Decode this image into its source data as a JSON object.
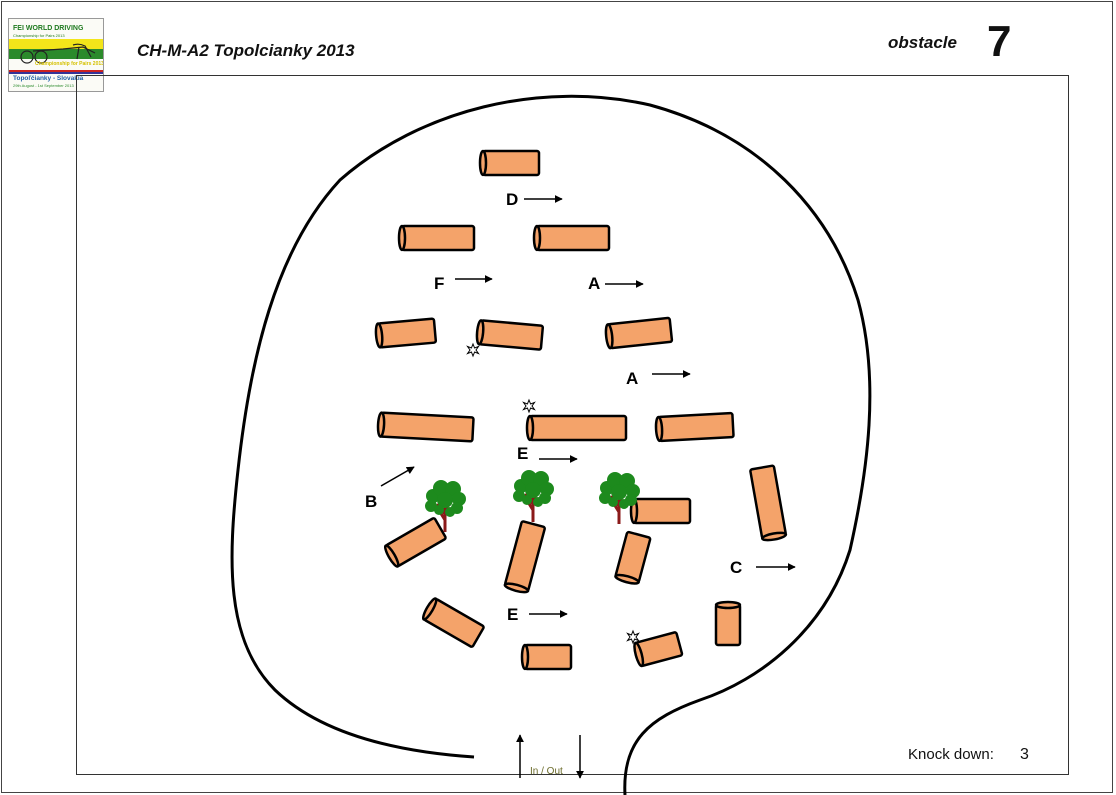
{
  "header": {
    "logo": {
      "line1": "FEI WORLD DRIVING",
      "line2": "Championship for Pairs 2013",
      "line3": "Championship for Pairs 2013",
      "line4": "Topoľčianky - Slovakia",
      "line5": "29th August - 1st September 2013"
    },
    "title": "CH-M-A2 Topolcianky 2013",
    "obstacle_label": "obstacle",
    "obstacle_number": "7"
  },
  "gates": [
    {
      "letter": "D",
      "direction": "right"
    },
    {
      "letter": "F",
      "direction": "right"
    },
    {
      "letter": "A",
      "direction": "right"
    },
    {
      "letter": "A",
      "direction": "right"
    },
    {
      "letter": "E",
      "direction": "right"
    },
    {
      "letter": "B",
      "direction": "up-right"
    },
    {
      "letter": "C",
      "direction": "right"
    },
    {
      "letter": "E",
      "direction": "right"
    }
  ],
  "entrance_label": "In / Out",
  "footer": {
    "knockdown_label": "Knock down:",
    "knockdown_value": "3"
  },
  "colors": {
    "log_fill": "#f4a36a",
    "log_stroke": "#000000",
    "tree_foliage": "#1d8a1d",
    "tree_trunk": "#8b1a1a",
    "entrance_text": "#6b6b2a"
  },
  "icons": [
    "tree-icon",
    "star-marker-icon",
    "arrow-icon"
  ]
}
